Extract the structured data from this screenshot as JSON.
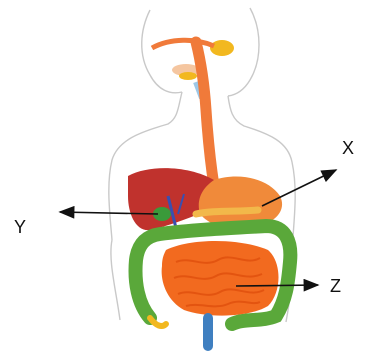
{
  "labels": {
    "x": "X",
    "y": "Y",
    "z": "Z"
  },
  "colors": {
    "outline": "#c9c9c9",
    "esophagus": "#f07a3a",
    "liver": "#c0322d",
    "stomach": "#f08a3a",
    "small_intestine": "#f26a1f",
    "large_intestine": "#5aa83a",
    "gallbladder": "#3a9a3a",
    "salivary_gland": "#f2b81f",
    "rectum": "#3f7fc0",
    "arrow": "#111111"
  }
}
